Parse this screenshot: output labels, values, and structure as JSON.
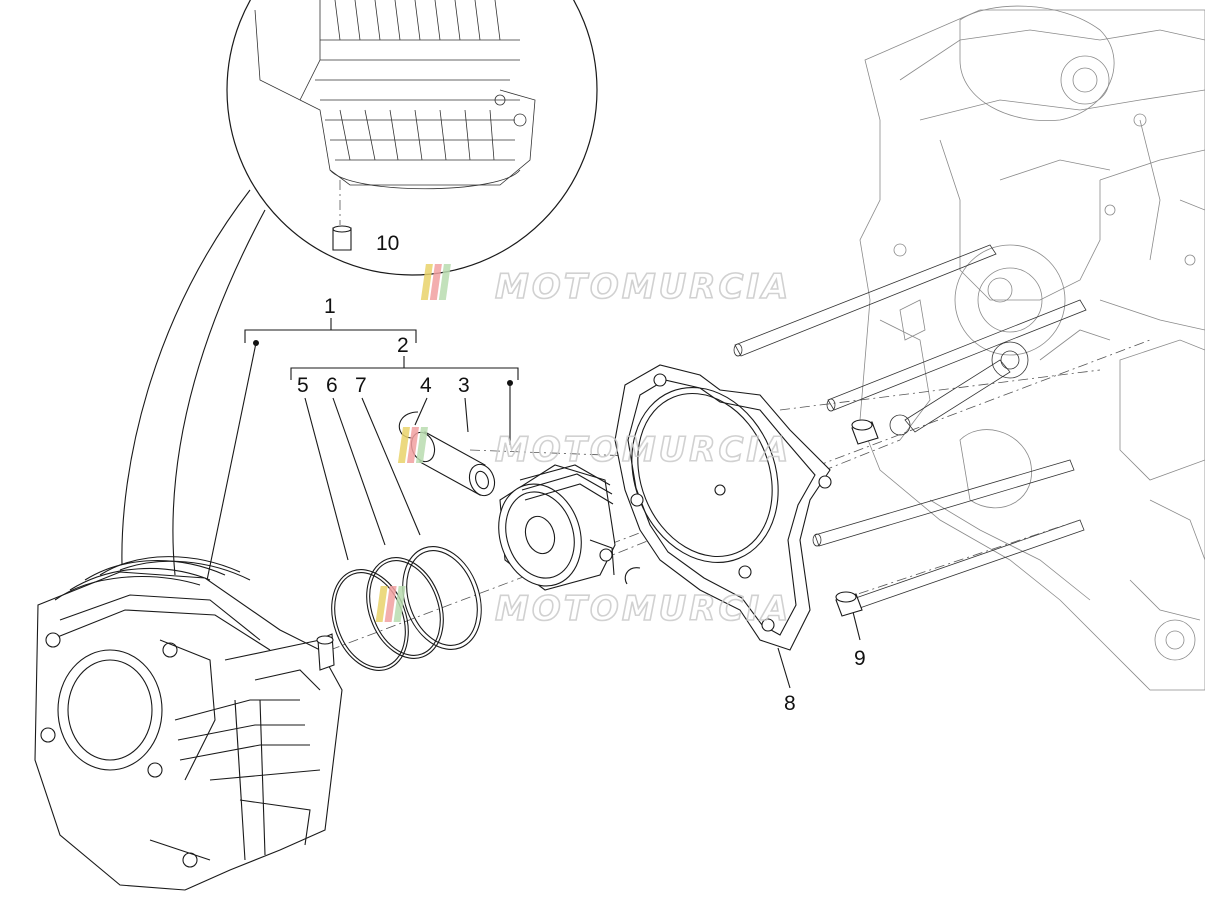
{
  "diagram": {
    "callouts": [
      "1",
      "2",
      "3",
      "4",
      "5",
      "6",
      "7",
      "8",
      "9",
      "10"
    ]
  },
  "watermark": {
    "text": "MOTOMURCIA",
    "stripe_colors": [
      "#e9d36a",
      "#f2a0a0",
      "#b9dcb0"
    ]
  }
}
